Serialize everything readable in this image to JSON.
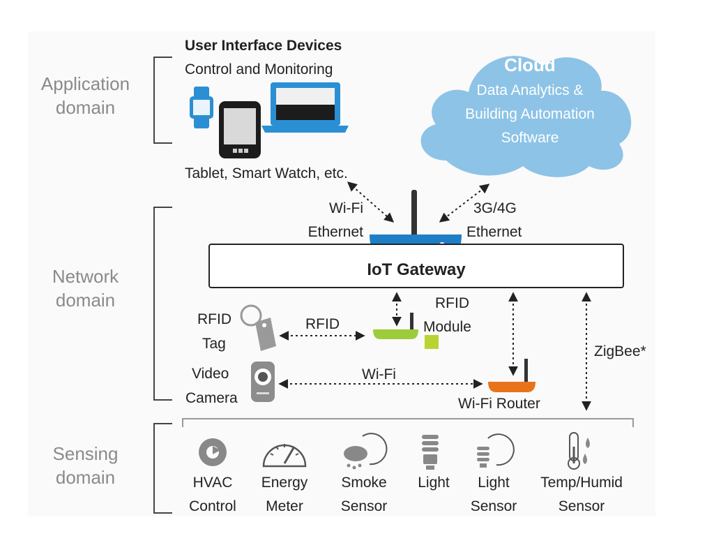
{
  "domains": {
    "application": [
      "Application",
      "domain"
    ],
    "network": [
      "Network",
      "domain"
    ],
    "sensing": [
      "Sensing",
      "domain"
    ]
  },
  "ui_devices": {
    "title": "User Interface Devices",
    "subtitle": "Control and Monitoring",
    "caption": "Tablet, Smart Watch, etc."
  },
  "cloud": {
    "title": "Cloud",
    "lines": [
      "Data Analytics &",
      "Building Automation",
      "Software"
    ]
  },
  "links": {
    "left": [
      "Wi-Fi",
      "Ethernet"
    ],
    "right": [
      "3G/4G",
      "Ethernet"
    ],
    "rfid": "RFID",
    "wifi": "Wi-Fi",
    "zigbee": "ZigBee*"
  },
  "gateway": {
    "label": "IoT Gateway"
  },
  "rfid_tag": [
    "RFID",
    "Tag"
  ],
  "rfid_module": [
    "RFID",
    "Module"
  ],
  "video_camera": [
    "Video",
    "Camera"
  ],
  "router": {
    "label": "Wi-Fi Router"
  },
  "sensors": [
    {
      "icon": "hvac-icon",
      "lines": [
        "HVAC",
        "Control"
      ]
    },
    {
      "icon": "energy-meter-icon",
      "lines": [
        "Energy",
        "Meter"
      ]
    },
    {
      "icon": "smoke-sensor-icon",
      "lines": [
        "Smoke",
        "Sensor"
      ]
    },
    {
      "icon": "light-bulb-icon",
      "lines": [
        "Light"
      ]
    },
    {
      "icon": "light-sensor-icon",
      "lines": [
        "Light",
        "Sensor"
      ]
    },
    {
      "icon": "temp-humid-icon",
      "lines": [
        "Temp/Humid",
        "Sensor"
      ]
    }
  ],
  "colors": {
    "cloud": "#8dc3e6",
    "gateway_blue": "#1e7fc7",
    "router_orange": "#e8731a",
    "module_green": "#9ccc3b",
    "domain_gray": "#8a8a8a"
  }
}
